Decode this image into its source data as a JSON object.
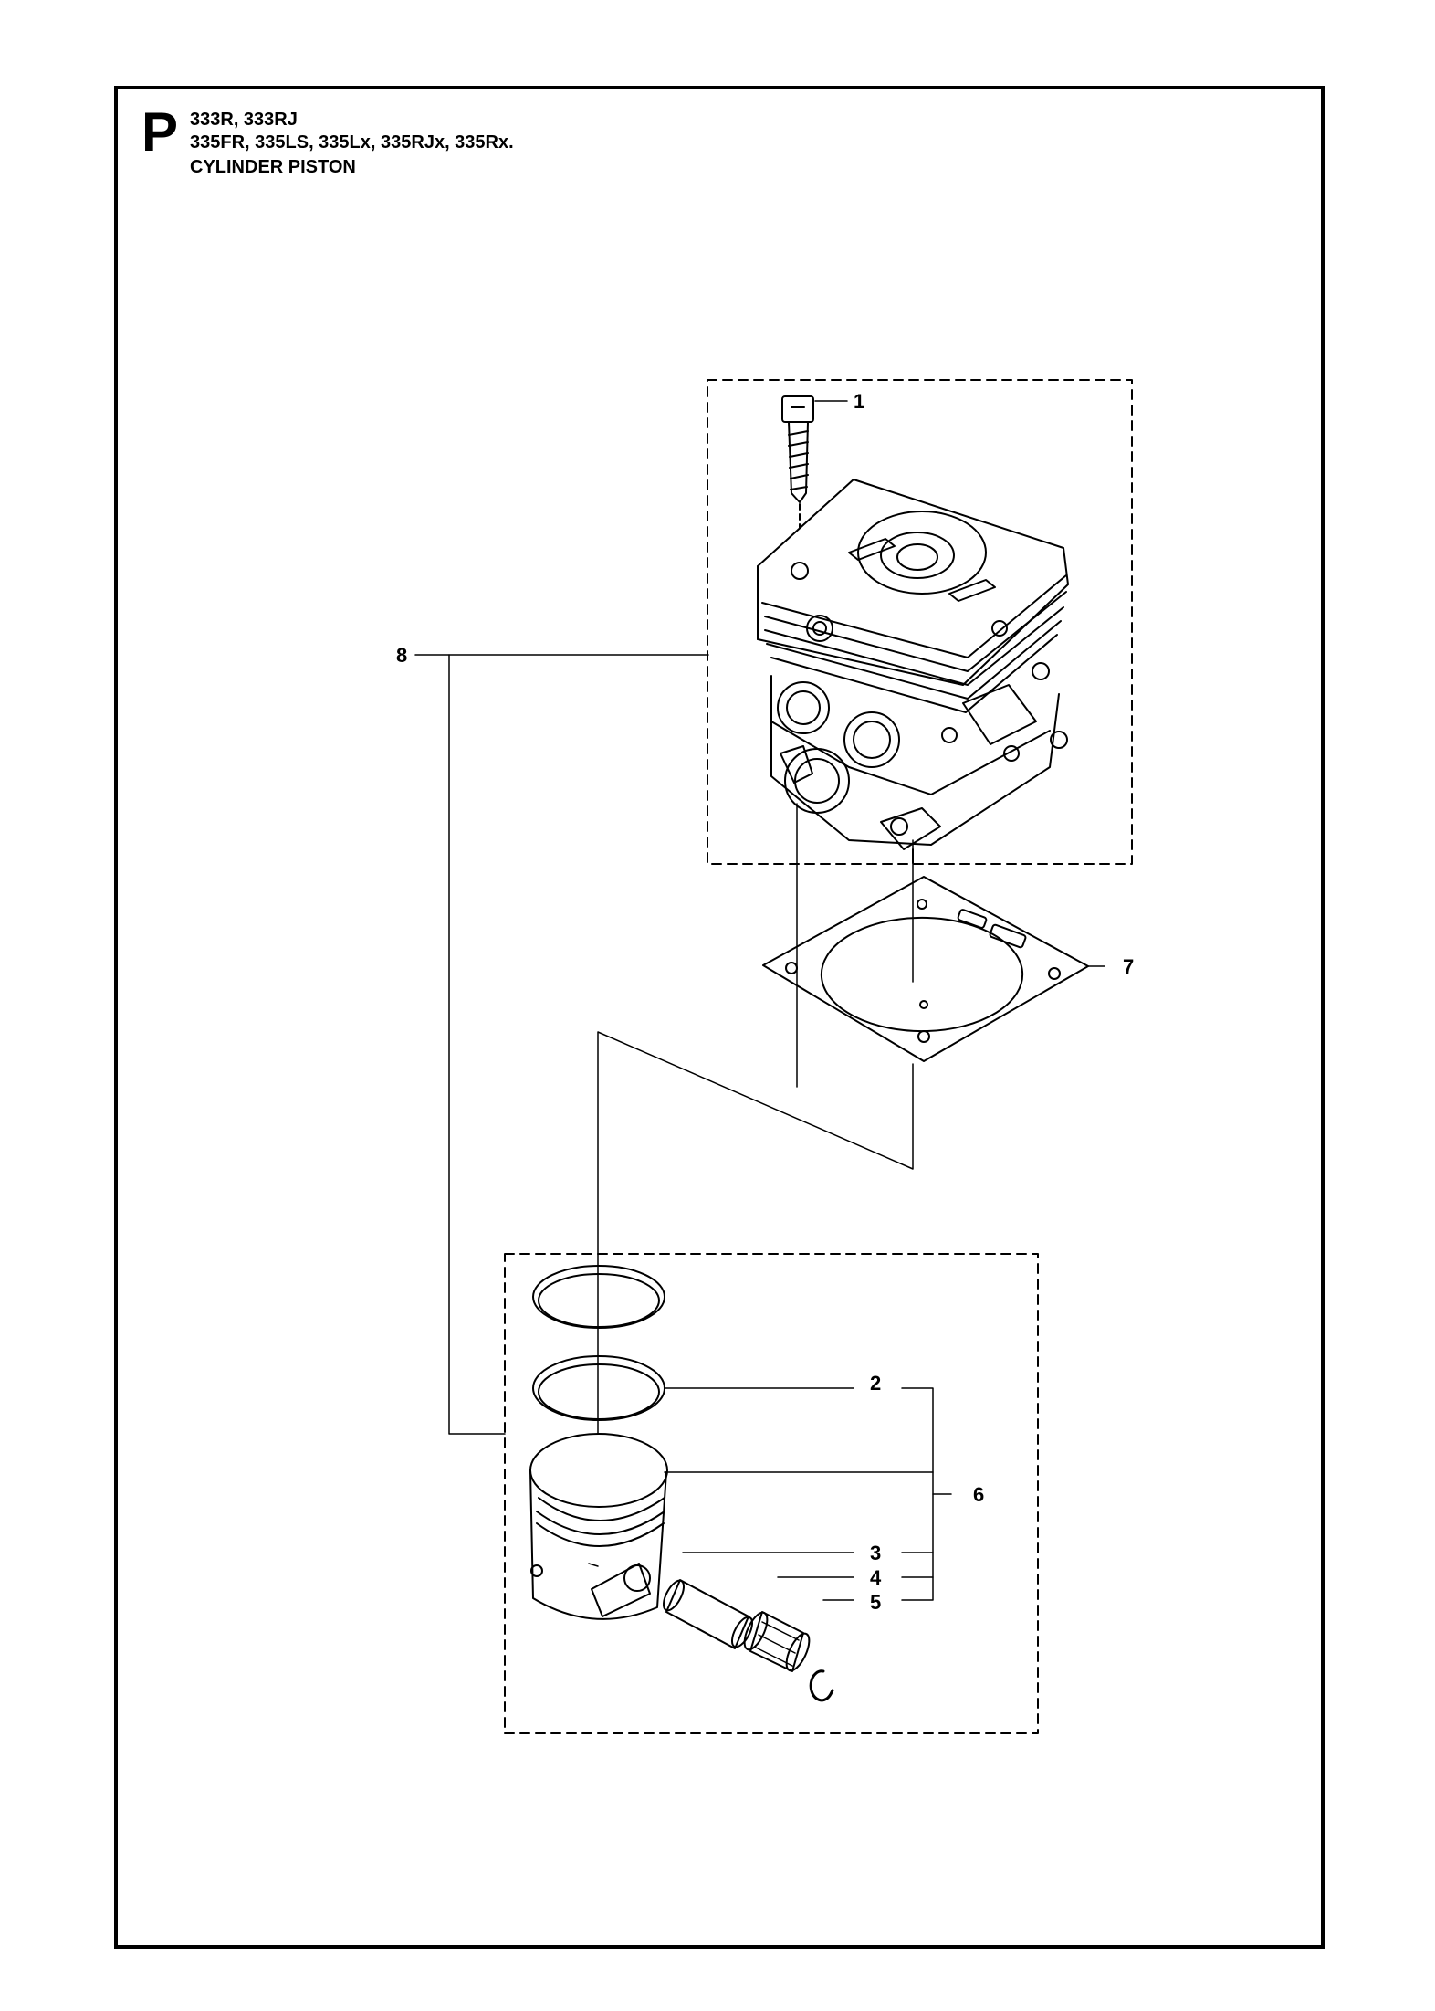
{
  "page": {
    "section_letter": "P",
    "model_line_1": "333R, 333RJ",
    "model_line_2": "335FR, 335LS, 335Lx, 335RJx, 335Rx.",
    "title": "CYLINDER PISTON"
  },
  "callouts": {
    "c1": "1",
    "c2": "2",
    "c3": "3",
    "c4": "4",
    "c5": "5",
    "c6": "6",
    "c7": "7",
    "c8": "8"
  }
}
